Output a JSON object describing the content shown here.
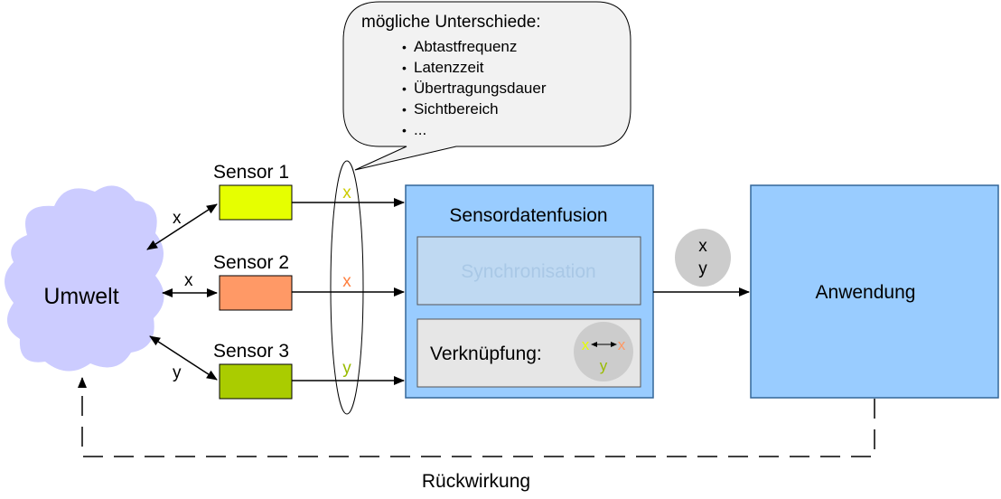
{
  "callout": {
    "heading": "mögliche Unterschiede:",
    "items": [
      "Abtastfrequenz",
      "Latenzzeit",
      "Übertragungsdauer",
      "Sichtbereich",
      "..."
    ]
  },
  "environment": {
    "label": "Umwelt"
  },
  "sensors": [
    {
      "label": "Sensor 1",
      "arrow_label": "x",
      "signal_label": "x",
      "color": "#e6ff00",
      "signal_color": "#cccc00"
    },
    {
      "label": "Sensor 2",
      "arrow_label": "x",
      "signal_label": "x",
      "color": "#ff9966",
      "signal_color": "#ff8040"
    },
    {
      "label": "Sensor 3",
      "arrow_label": "y",
      "signal_label": "y",
      "color": "#aacc00",
      "signal_color": "#99bb00"
    }
  ],
  "fusion": {
    "title": "Sensordatenfusion",
    "synchronisation": "Synchronisation",
    "linking": "Verknüpfung:",
    "link_x1": "x",
    "link_x2": "x",
    "link_y": "y"
  },
  "output": {
    "x": "x",
    "y": "y"
  },
  "application": {
    "label": "Anwendung"
  },
  "feedback": {
    "label": "Rückwirkung"
  },
  "colors": {
    "box_fill": "#99ccff",
    "box_stroke": "#336699",
    "bubble_fill": "#f2f2f2",
    "cloud_fill": "#ccccff",
    "gray_circle": "#cccccc"
  }
}
